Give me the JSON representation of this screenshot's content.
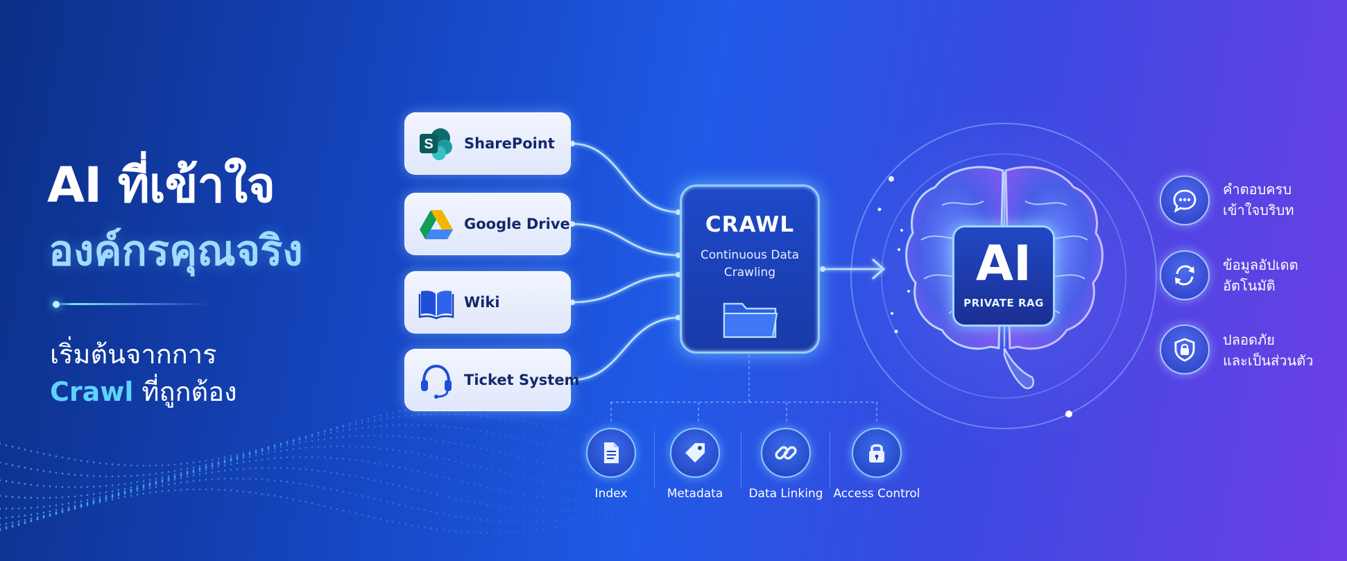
{
  "headline": {
    "line1": "AI ที่เข้าใจ",
    "line2": "องค์กรคุณจริง",
    "sub_line1": "เริ่มต้นจากการ",
    "sub_highlight": "Crawl",
    "sub_rest": " ที่ถูกต้อง"
  },
  "sources": [
    {
      "label": "SharePoint",
      "icon": "sharepoint-icon"
    },
    {
      "label": "Google Drive",
      "icon": "google-drive-icon"
    },
    {
      "label": "Wiki",
      "icon": "book-icon"
    },
    {
      "label": "Ticket System",
      "icon": "headset-icon"
    }
  ],
  "sharepoint_letter": "S",
  "crawl": {
    "title": "CRAWL",
    "subtitle_line1": "Continuous Data",
    "subtitle_line2": "Crawling",
    "icon": "folder-icon"
  },
  "features": [
    {
      "label": "Index",
      "icon": "document-icon"
    },
    {
      "label": "Metadata",
      "icon": "tag-icon"
    },
    {
      "label": "Data Linking",
      "icon": "link-icon"
    },
    {
      "label": "Access Control",
      "icon": "lock-icon"
    }
  ],
  "ai": {
    "title": "AI",
    "subtitle": "PRIVATE RAG",
    "icon": "brain-icon"
  },
  "benefits": [
    {
      "line1": "คำตอบครบ",
      "line2": "เข้าใจบริบท",
      "icon": "chat-icon"
    },
    {
      "line1": "ข้อมูลอัปเดต",
      "line2": "อัตโนมัติ",
      "icon": "refresh-icon"
    },
    {
      "line1": "ปลอดภัย",
      "line2": "และเป็นส่วนตัว",
      "icon": "shield-lock-icon"
    }
  ],
  "colors": {
    "accent": "#5ed3ff",
    "glow": "#8fd0ff",
    "card": "#eef3fe",
    "card_text": "#14286b"
  }
}
